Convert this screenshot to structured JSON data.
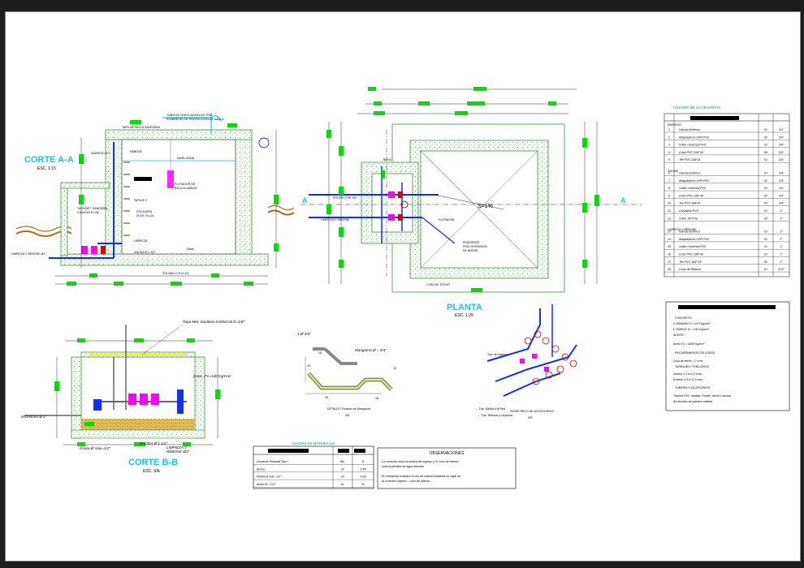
{
  "sections": {
    "corte_aa": {
      "title": "CORTE A-A",
      "scale": "ESC. 1:15"
    },
    "planta": {
      "title": "PLANTA",
      "scale": "ESC. 1:20",
      "slope": "S=1%",
      "label_a": "A"
    },
    "corte_bb": {
      "title": "CORTE B-B",
      "scale": "ESC. S/E",
      "lid": "Tapa Met. Sanitaria 0.60x0.60 E=1/8\"",
      "conc": "Conc. F'c=140 Kg/cm2",
      "ingreso": "INGRESO Ø 1\"",
      "salida": "SALIDA Ø 1 1/2\"",
      "limpieza": "LIMPIEZA Y",
      "rebose": "REBOSE Ø3\"",
      "grava": "Grava Ø máx=1/2\""
    },
    "detalle": {
      "pipe": "1 Ø 3/4\"",
      "hose": "Manguera Ø = 3/4\"",
      "dims": [
        "15",
        "30",
        "10",
        "15",
        "15"
      ]
    },
    "iso": {
      "dims": [
        "1",
        "2",
        "3",
        "4",
        "5",
        "6",
        "7",
        "8",
        "9"
      ]
    }
  },
  "cuadro_accesorios": {
    "rows": [
      {
        "n": "1",
        "desc": "Válvula Esférica",
        "cant": "02",
        "diam": "3/4\""
      },
      {
        "n": "2",
        "desc": "Adaptadores UPR PVC",
        "cant": "02",
        "diam": "3/4\""
      },
      {
        "n": "3",
        "desc": "Unión Universal PVC",
        "cant": "01",
        "diam": "3/4\""
      },
      {
        "n": "4",
        "desc": "Codo PVC SAP 90",
        "cant": "06",
        "diam": "3/4\""
      },
      {
        "n": "5",
        "desc": "Tee PVC SAP Ø",
        "cant": "01",
        "diam": "3/4\""
      },
      {
        "n": "6",
        "desc": "Válvula Esférica",
        "cant": "01",
        "diam": "3/4\""
      },
      {
        "n": "7",
        "desc": "Adaptadores UPR PVC",
        "cant": "02",
        "diam": "3/4\""
      },
      {
        "n": "8",
        "desc": "Unión Universal PVC",
        "cant": "01",
        "diam": "3/4\""
      },
      {
        "n": "9",
        "desc": "Codo PVC SAP 90",
        "cant": "02",
        "diam": "3/4\""
      },
      {
        "n": "10",
        "desc": "Tee PVC SAP Ø",
        "cant": "01",
        "diam": "3/4\""
      },
      {
        "n": "11",
        "desc": "Canastilla PVC",
        "cant": "01",
        "diam": "2\""
      },
      {
        "n": "12",
        "desc": "Unión SP PVC",
        "cant": "01",
        "diam": "2\""
      },
      {
        "n": "13",
        "desc": "Válvula Esférica",
        "cant": "01",
        "diam": "2\""
      },
      {
        "n": "14",
        "desc": "Adaptadores UPR PVC",
        "cant": "02",
        "diam": "2\""
      },
      {
        "n": "15",
        "desc": "Unión Universal PVC",
        "cant": "01",
        "diam": "2\""
      },
      {
        "n": "16",
        "desc": "Codo PVC SAP 90",
        "cant": "01",
        "diam": "2\""
      },
      {
        "n": "17",
        "desc": "Tee PVC SAP SP",
        "cant": "01",
        "diam": "2\""
      },
      {
        "n": "18",
        "desc": "Cono de Rebose",
        "cant": "01",
        "diam": "4\"x2\""
      }
    ]
  },
  "especificaciones": {
    "items": [
      "C ARMADO  f'c =210 Kg/cm²",
      "C SIMPLE  f'c = 140 Kg/cm²",
      "ACERO",
      "Acero f'y = 4200 Kg/cm²",
      "Losa de techo = 2 cms.",
      "Interior  1:1  e=2.0 cms.",
      "Exterior  1:5  e=1.5 cms.",
      "Tubería PVC Unidad, Fordell, Nicoll o similar",
      "Accesorios de primera calidad"
    ]
  },
  "cuadro_materiales": {
    "rows": [
      {
        "desc": "Cemento Portland Tipo I",
        "unit": "Bls.",
        "qty": "6"
      },
      {
        "desc": "Arena",
        "unit": "m³",
        "qty": "0.50"
      },
      {
        "desc": "Piedra Ø máx. 1/2\"",
        "unit": "m³",
        "qty": "0.20"
      },
      {
        "desc": "Acero Ø = 1/2\"",
        "unit": "m.",
        "qty": "12"
      }
    ]
  },
  "observaciones": {
    "lines": [
      "La conexión entre la tubería de ingreso y el cono de rebose",
      "evita la pérdida de agua aforada.",
      "El contratista evaluará el uso de válvula flotadora en lugar de",
      "la conexión ingreso - cono de rebose"
    ]
  },
  "colors": {
    "accent": "#14c7e6",
    "green": "#00e000",
    "magenta": "#ff00ff",
    "blue": "#1030ff",
    "red": "#e00000",
    "brown": "#b5651d",
    "soil": "#c89a2a"
  }
}
